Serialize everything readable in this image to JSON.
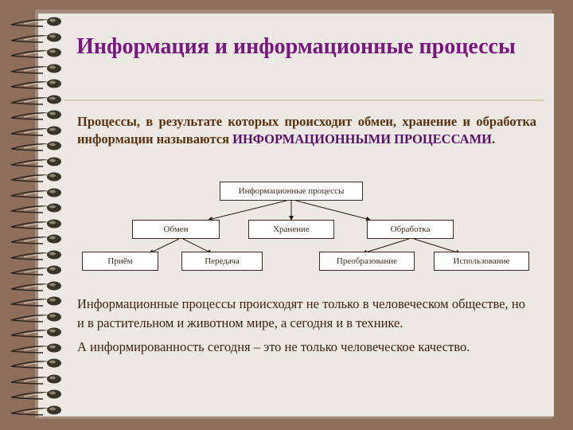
{
  "title": "Информация и информационные процессы",
  "definition": {
    "text": "Процессы, в результате которых происходит обмен, хранение и обработка информации называются ",
    "highlight": "ИНФОРМАЦИОННЫМИ ПРОЦЕССАМИ",
    "end": "."
  },
  "diagram": {
    "root": "Информационные процессы",
    "exchange": "Обмен",
    "storage": "Хранение",
    "processing": "Обработка",
    "receive": "Приём",
    "transmit": "Передача",
    "transform": "Преобразование",
    "use": "Использование"
  },
  "paragraph1": "Информационные процессы происходят не только в человеческом обществе, но и в растительном и животном мире, а сегодня и в технике.",
  "paragraph2": "А информированность сегодня – это не только человеческое качество.",
  "colors": {
    "title": "#79167f",
    "background": "#8d6e5b",
    "page": "#ece8e4"
  }
}
